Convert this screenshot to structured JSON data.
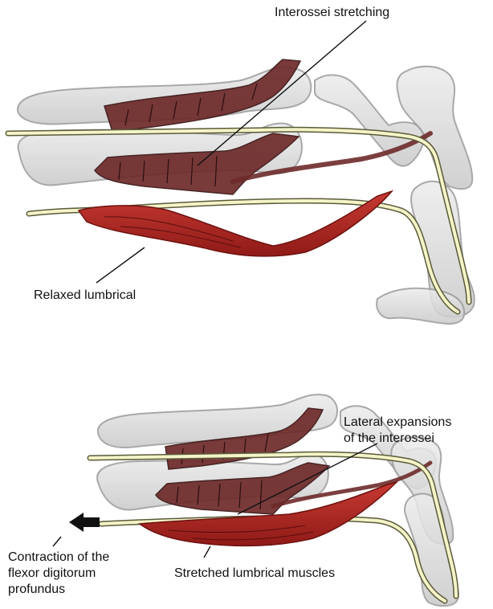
{
  "labels": {
    "interossei_stretching": "Interossei stretching",
    "relaxed_lumbrical": "Relaxed lumbrical",
    "lateral_expansions_line1": "Lateral expansions",
    "lateral_expansions_line2": "of the interossei",
    "contraction_line1": "Contraction of the",
    "contraction_line2": "flexor digitorum",
    "contraction_line3": "profundus",
    "stretched_lumbrical": "Stretched lumbrical muscles"
  },
  "colors": {
    "bone_fill": "#dcdcdc",
    "bone_stroke": "#9a9a9a",
    "muscle_interossei": "#6e2a2a",
    "muscle_lumbrical": "#b3231f",
    "tendon_fill": "#f4f4c8",
    "tendon_stroke": "#5a5a3a",
    "arrow": "#111111"
  }
}
